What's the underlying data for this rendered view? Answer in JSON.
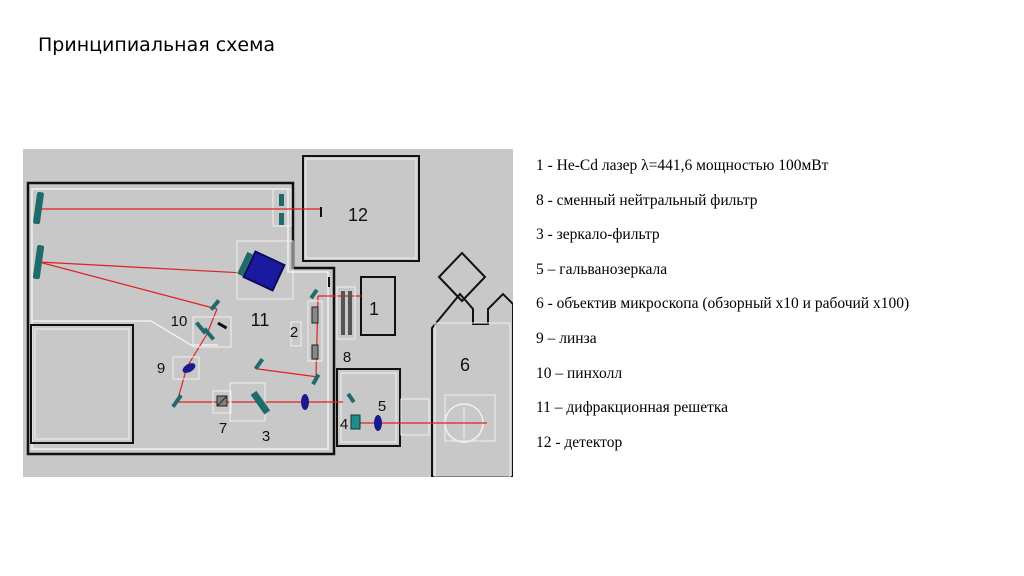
{
  "title": "Принципиальная схема",
  "diagram": {
    "labels": {
      "n1": "1",
      "n2": "2",
      "n3": "3",
      "n4": "4",
      "n5": "5",
      "n6": "6",
      "n7": "7",
      "n8": "8",
      "n9": "9",
      "n10": "10",
      "n11": "11",
      "n12": "12"
    },
    "colors": {
      "background": "#c8c8c8",
      "beam": "#e02020",
      "mirror": "#1f6b6b",
      "lens": "#1a1a8c",
      "grating": "#1a1aa0",
      "outline": "#111111"
    }
  },
  "legend": {
    "items": [
      "1 - He-Cd лазер  λ=441,6 мощностью 100мВт",
      "8 - сменный нейтральный фильтр",
      "3 - зеркало-фильтр",
      "5 – гальванозеркала",
      "6 - объектив микроскопа (обзорный х10 и рабочий х100)",
      "9 – линза",
      "10 – пинхолл",
      "11 – дифракционная решетка",
      "12 - детектор"
    ]
  }
}
